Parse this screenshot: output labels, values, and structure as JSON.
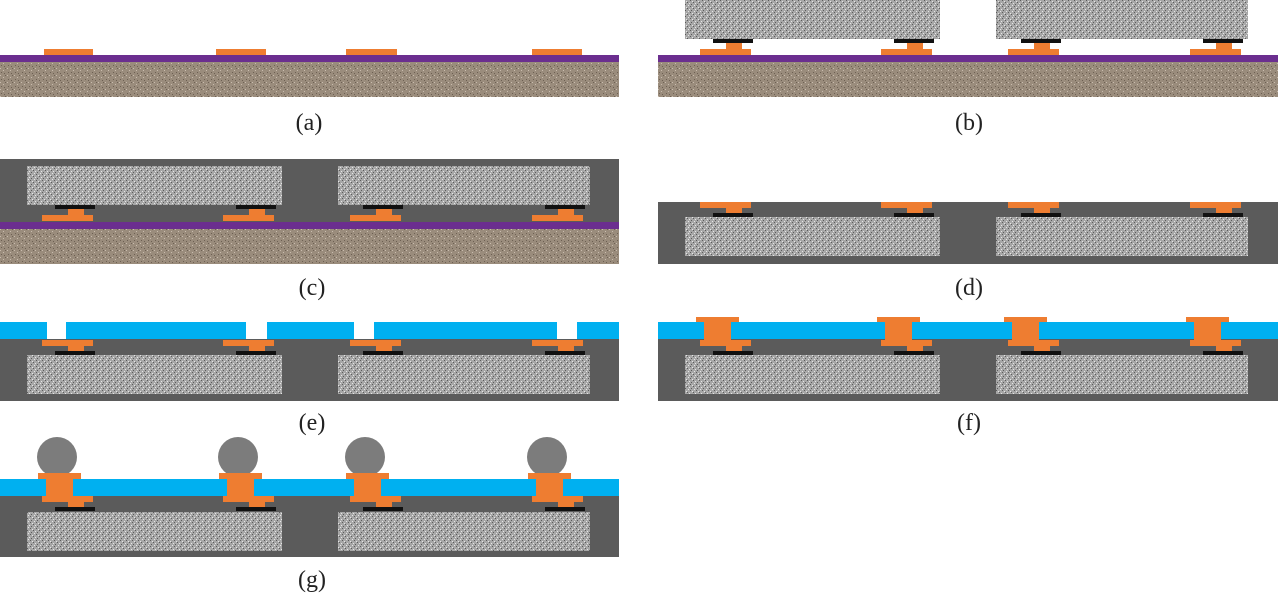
{
  "colors": {
    "substrate": "#9a8c7c",
    "substrate_speck_dark": "#6d6053",
    "substrate_speck_light": "#c9bcae",
    "release_layer": "#6b2e8f",
    "copper": "#ee7d31",
    "pad": "#111111",
    "die": "#a7a7a7",
    "die_speck_dark": "#5b5b5b",
    "die_speck_light": "#e6e6e6",
    "mold": "#5b5b5b",
    "dielectric": "#00b0f0",
    "solder_ball": "#7c7c7c"
  },
  "panels": [
    {
      "id": "a",
      "caption": "(a)",
      "stage": "carrier-with-release-layer-and-copper-pads"
    },
    {
      "id": "b",
      "caption": "(b)",
      "stage": "dies-flip-bonded-on-carrier"
    },
    {
      "id": "c",
      "caption": "(c)",
      "stage": "mold-encapsulation"
    },
    {
      "id": "d",
      "caption": "(d)",
      "stage": "carrier-removed-and-flipped"
    },
    {
      "id": "e",
      "caption": "(e)",
      "stage": "dielectric-with-openings"
    },
    {
      "id": "f",
      "caption": "(f)",
      "stage": "copper-vias-filled"
    },
    {
      "id": "g",
      "caption": "(g)",
      "stage": "solder-balls-attached"
    }
  ],
  "legend": {}
}
